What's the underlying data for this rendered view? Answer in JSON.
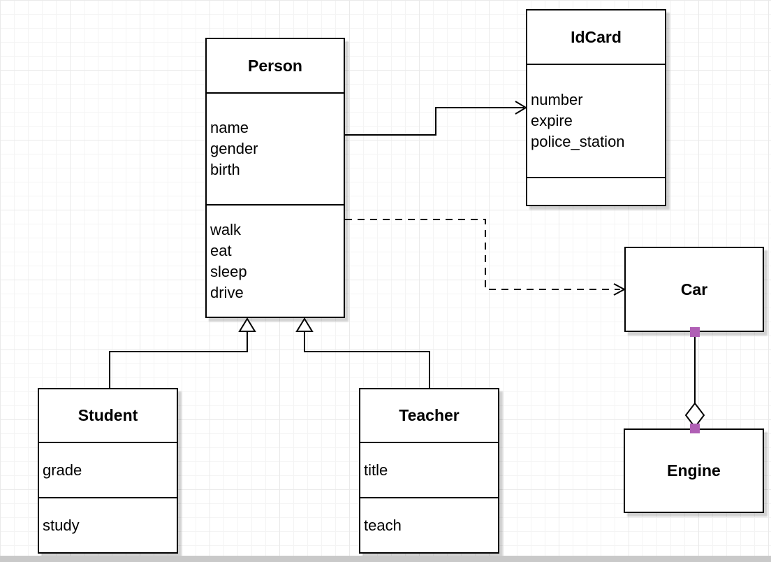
{
  "canvas": {
    "background": "#ffffff",
    "grid_minor_color": "#f4f4f4",
    "grid_major_color": "#eaeaea",
    "bottom_edge_color": "#c9c9c9"
  },
  "colors": {
    "stroke": "#000000",
    "box_fill": "#ffffff",
    "shadow": "rgba(0,0,0,0.18)",
    "endpoint_marker": "#b05fb5"
  },
  "classes": {
    "person": {
      "name": "Person",
      "attributes": [
        "name",
        "gender",
        "birth"
      ],
      "methods": [
        "walk",
        "eat",
        "sleep",
        "drive"
      ]
    },
    "idcard": {
      "name": "IdCard",
      "attributes": [
        "number",
        "expire",
        "police_station"
      ],
      "methods": []
    },
    "car": {
      "name": "Car",
      "attributes": [],
      "methods": []
    },
    "engine": {
      "name": "Engine",
      "attributes": [],
      "methods": []
    },
    "student": {
      "name": "Student",
      "attributes": [
        "grade"
      ],
      "methods": [
        "study"
      ]
    },
    "teacher": {
      "name": "Teacher",
      "attributes": [
        "title"
      ],
      "methods": [
        "teach"
      ]
    }
  },
  "relationships": [
    {
      "from": "Person",
      "to": "IdCard",
      "type": "association",
      "line_style": "solid",
      "arrowhead": "open-arrow"
    },
    {
      "from": "Person",
      "to": "Car",
      "type": "dependency",
      "line_style": "dashed",
      "arrowhead": "open-arrow"
    },
    {
      "from": "Student",
      "to": "Person",
      "type": "generalization",
      "line_style": "solid",
      "arrowhead": "hollow-triangle"
    },
    {
      "from": "Teacher",
      "to": "Person",
      "type": "generalization",
      "line_style": "solid",
      "arrowhead": "hollow-triangle"
    },
    {
      "from": "Car",
      "to": "Engine",
      "type": "aggregation",
      "line_style": "solid",
      "arrowhead": "hollow-diamond",
      "endpoint_markers": "purple-square"
    }
  ]
}
